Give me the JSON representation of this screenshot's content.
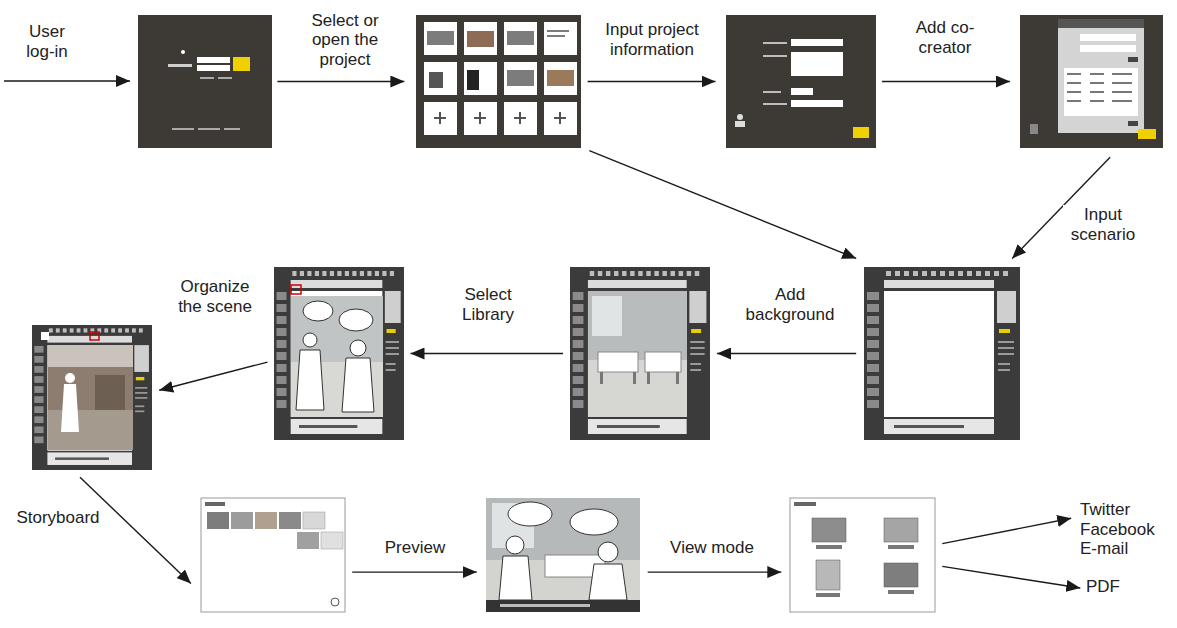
{
  "diagram": {
    "nodes": [
      {
        "text": []
      },
      {
        "text": []
      },
      {
        "text": []
      },
      {
        "text": []
      },
      {
        "text": []
      },
      {
        "text": []
      },
      {
        "text": []
      },
      {
        "text": []
      },
      {
        "text": []
      },
      {
        "text": []
      },
      {
        "text": []
      },
      {
        "text": [
          "Twitter Facebook E-mail"
        ]
      },
      {
        "text": [
          "PDF"
        ]
      }
    ],
    "edges": [
      {
        "from": 0,
        "to": 1,
        "label": "Select or open the project",
        "arrow": "to"
      },
      {
        "from": 1,
        "to": 2,
        "label": "Input project information",
        "arrow": "to"
      },
      {
        "from": 2,
        "to": 3,
        "label": "Add co-creator",
        "arrow": "to"
      },
      {
        "from": 3,
        "to": 4,
        "label": "Input scenario",
        "arrow": "to"
      },
      {
        "from": 1,
        "to": 4,
        "arrow": "to"
      },
      {
        "from": 4,
        "to": 5,
        "label": "Add background",
        "arrow": "to"
      },
      {
        "from": 5,
        "to": 6,
        "label": "Select Library",
        "arrow": "to"
      },
      {
        "from": 6,
        "to": 7,
        "label": "Organize the scene",
        "arrow": "to"
      },
      {
        "from": 7,
        "to": 8,
        "label": "Storyboard",
        "arrow": "to"
      },
      {
        "from": 8,
        "to": 9,
        "label": "Preview",
        "arrow": "to"
      },
      {
        "from": 9,
        "to": 10,
        "label": "View mode",
        "arrow": "to"
      },
      {
        "from": 10,
        "to": 11,
        "arrow": "to"
      },
      {
        "from": 10,
        "to": 12,
        "arrow": "to"
      }
    ],
    "labels": [
      "User log-in"
    ]
  }
}
